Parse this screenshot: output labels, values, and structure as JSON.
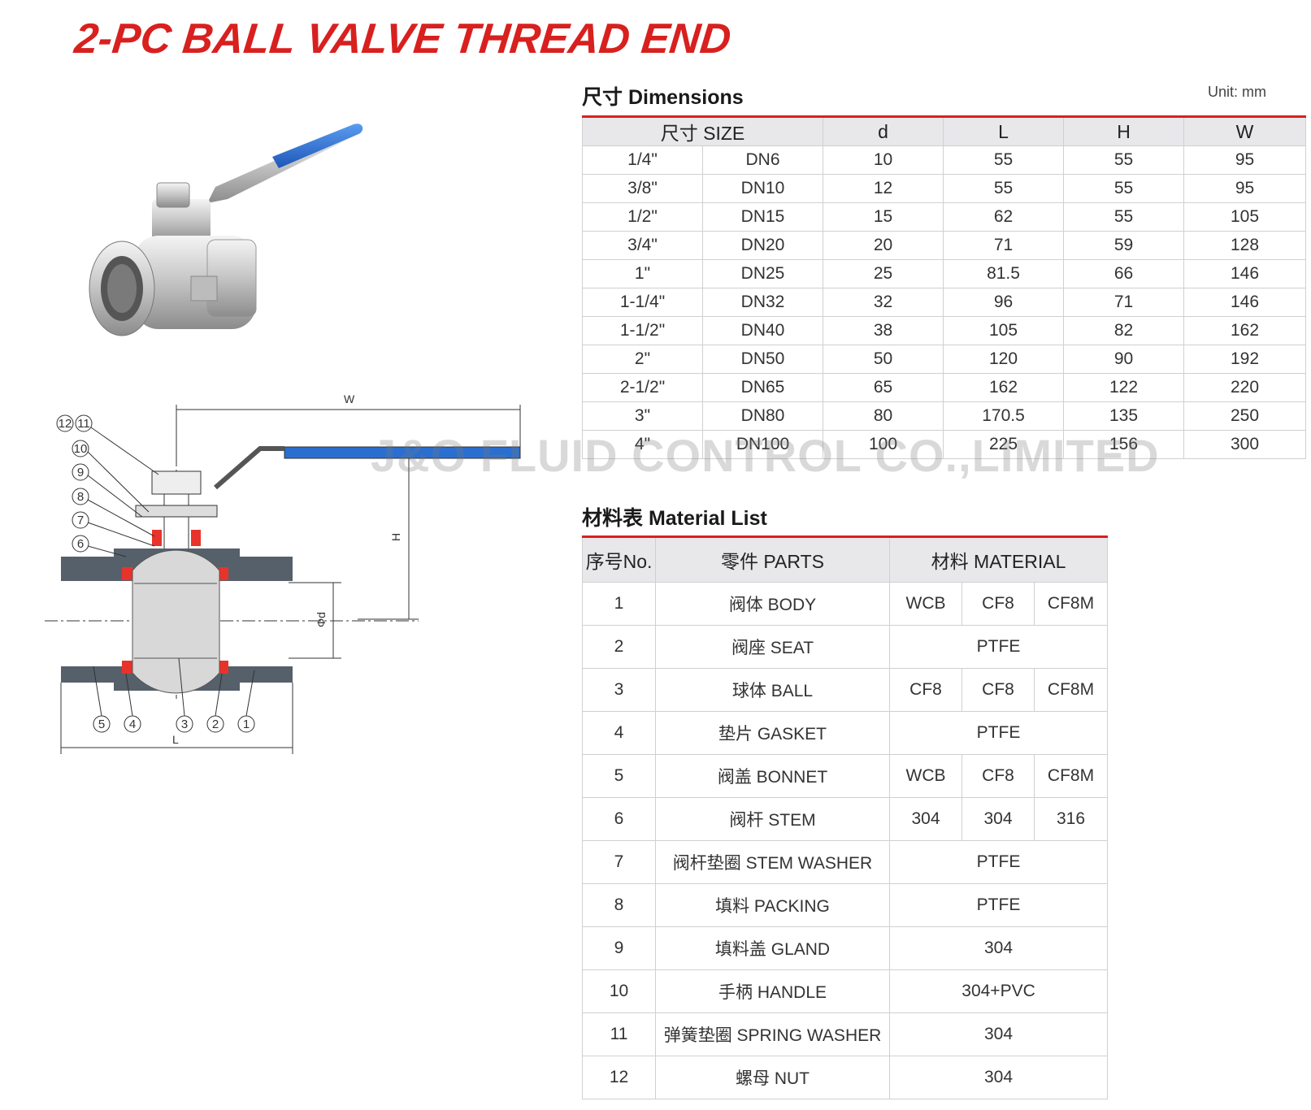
{
  "title": "2-PC BALL VALVE THREAD END",
  "dimensions": {
    "heading": "尺寸 Dimensions",
    "unit": "Unit: mm",
    "headers": [
      "尺寸 SIZE",
      "d",
      "L",
      "H",
      "W"
    ],
    "rows": [
      [
        "1/4\"",
        "DN6",
        "10",
        "55",
        "55",
        "95"
      ],
      [
        "3/8\"",
        "DN10",
        "12",
        "55",
        "55",
        "95"
      ],
      [
        "1/2\"",
        "DN15",
        "15",
        "62",
        "55",
        "105"
      ],
      [
        "3/4\"",
        "DN20",
        "20",
        "71",
        "59",
        "128"
      ],
      [
        "1\"",
        "DN25",
        "25",
        "81.5",
        "66",
        "146"
      ],
      [
        "1-1/4\"",
        "DN32",
        "32",
        "96",
        "71",
        "146"
      ],
      [
        "1-1/2\"",
        "DN40",
        "38",
        "105",
        "82",
        "162"
      ],
      [
        "2\"",
        "DN50",
        "50",
        "120",
        "90",
        "192"
      ],
      [
        "2-1/2\"",
        "DN65",
        "65",
        "162",
        "122",
        "220"
      ],
      [
        "3\"",
        "DN80",
        "80",
        "170.5",
        "135",
        "250"
      ],
      [
        "4\"",
        "DN100",
        "100",
        "225",
        "156",
        "300"
      ]
    ]
  },
  "materials": {
    "heading": "材料表 Material List",
    "headers": [
      "序号No.",
      "零件 PARTS",
      "材料 MATERIAL"
    ],
    "rows": [
      [
        "1",
        "阀体 BODY",
        "WCB",
        "CF8",
        "CF8M"
      ],
      [
        "2",
        "阀座 SEAT",
        "PTFE"
      ],
      [
        "3",
        "球体 BALL",
        "CF8",
        "CF8",
        "CF8M"
      ],
      [
        "4",
        "垫片 GASKET",
        "PTFE"
      ],
      [
        "5",
        "阀盖 BONNET",
        "WCB",
        "CF8",
        "CF8M"
      ],
      [
        "6",
        "阀杆 STEM",
        "304",
        "304",
        "316"
      ],
      [
        "7",
        "阀杆垫圈 STEM WASHER",
        "PTFE"
      ],
      [
        "8",
        "填料 PACKING",
        "PTFE"
      ],
      [
        "9",
        "填料盖 GLAND",
        "304"
      ],
      [
        "10",
        "手柄 HANDLE",
        "304+PVC"
      ],
      [
        "11",
        "弹簧垫圈 SPRING WASHER",
        "304"
      ],
      [
        "12",
        "螺母 NUT",
        "304"
      ]
    ]
  },
  "watermark": "J&O FLUID CONTROL CO.,LIMITED",
  "drawing": {
    "dim_labels": {
      "w": "W",
      "h": "H",
      "d": "Φd",
      "l": "L"
    },
    "bubbles": [
      "12",
      "11",
      "10",
      "9",
      "8",
      "7",
      "6",
      "5",
      "4",
      "3",
      "2",
      "1"
    ]
  },
  "colors": {
    "title": "#d8201f",
    "handle": "#2a6fd0",
    "body_section": "#56606b",
    "seals": "#e8332b"
  }
}
